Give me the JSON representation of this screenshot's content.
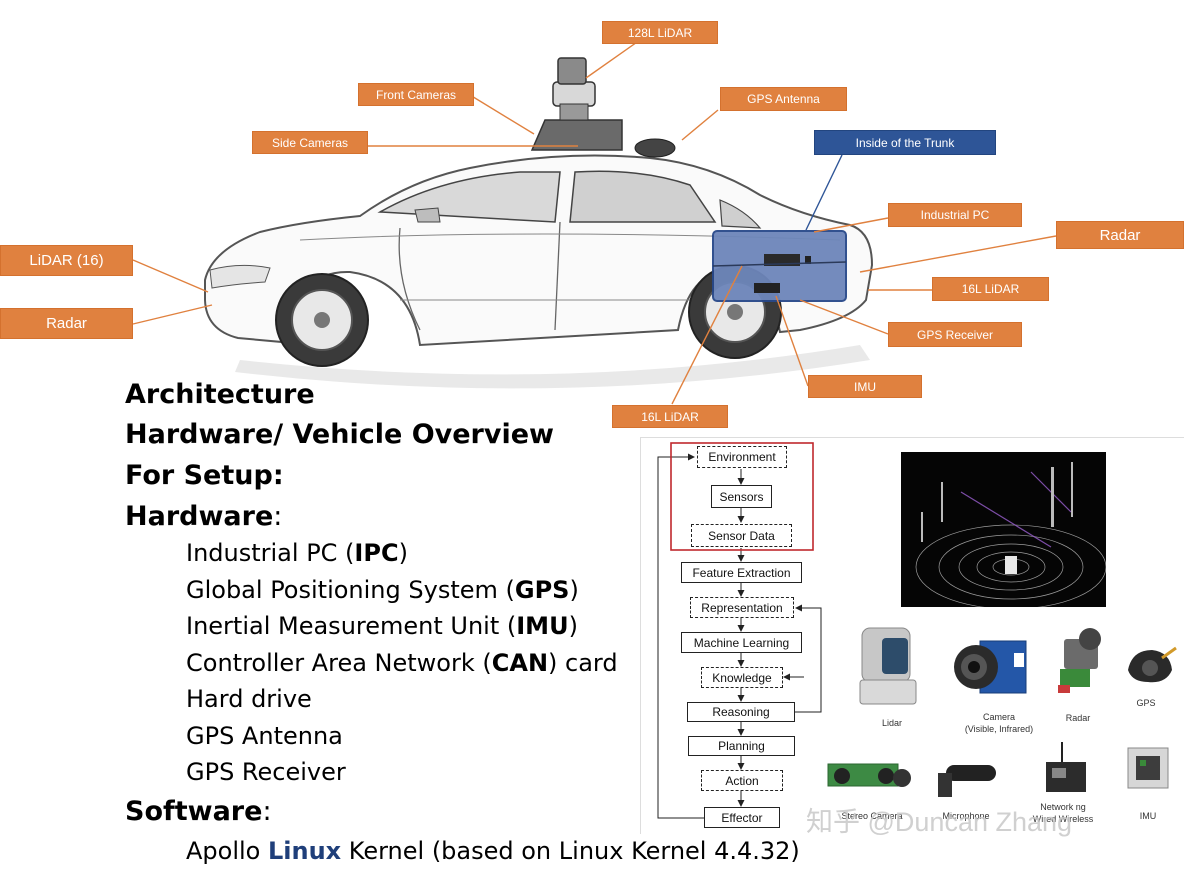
{
  "car_labels": {
    "lidar_128": "128L LiDAR",
    "front_cameras": "Front Cameras",
    "gps_antenna": "GPS Antenna",
    "side_cameras": "Side Cameras",
    "inside_trunk": "Inside of the Trunk",
    "industrial_pc": "Industrial PC",
    "radar_rear": "Radar",
    "lidar_16_front": "LiDAR (16)",
    "lidar_16_rear": "16L LiDAR",
    "radar_front": "Radar",
    "gps_receiver": "GPS Receiver",
    "imu": "IMU",
    "lidar_16_bottom": "16L LiDAR"
  },
  "headings": {
    "architecture": "Architecture",
    "overview": "Hardware/ Vehicle Overview",
    "setup": "For Setup:",
    "hardware": "Hardware",
    "software": "Software",
    "colon": ":"
  },
  "hardware_items": [
    {
      "pre": "Industrial PC (",
      "bold": "IPC",
      "post": ")"
    },
    {
      "pre": "Global Positioning System (",
      "bold": "GPS",
      "post": ")"
    },
    {
      "pre": "Inertial Measurement Unit (",
      "bold": "IMU",
      "post": ")"
    },
    {
      "pre": "Controller Area Network (",
      "bold": "CAN",
      "post": ") card"
    },
    {
      "pre": "Hard drive",
      "bold": "",
      "post": ""
    },
    {
      "pre": "GPS Antenna",
      "bold": "",
      "post": ""
    },
    {
      "pre": "GPS Receiver",
      "bold": "",
      "post": ""
    }
  ],
  "software_item": {
    "pre": "Apollo ",
    "bold": "Linux",
    "post": " Kernel (based on Linux Kernel 4.4.32)"
  },
  "flowchart": {
    "environment": "Environment",
    "sensors": "Sensors",
    "sensor_data": "Sensor Data",
    "feature_extraction": "Feature Extraction",
    "representation": "Representation",
    "machine_learning": "Machine Learning",
    "knowledge": "Knowledge",
    "reasoning": "Reasoning",
    "planning": "Planning",
    "action": "Action",
    "effector": "Effector"
  },
  "sensor_captions": {
    "lidar": "Lidar",
    "camera": "Camera\n(Visible, Infrared)",
    "radar": "Radar",
    "gps": "GPS",
    "stereo_camera": "Stereo Camera",
    "microphone": "Microphone",
    "network": "Network ng\nWired  Wireless",
    "imu": "IMU"
  },
  "watermark": "知乎 @Duncan Zhang",
  "colors": {
    "tag_orange": "#e0813f",
    "tag_blue": "#2e5597",
    "highlight_red": "#c0282d",
    "linux_blue": "#1f3f7a"
  }
}
